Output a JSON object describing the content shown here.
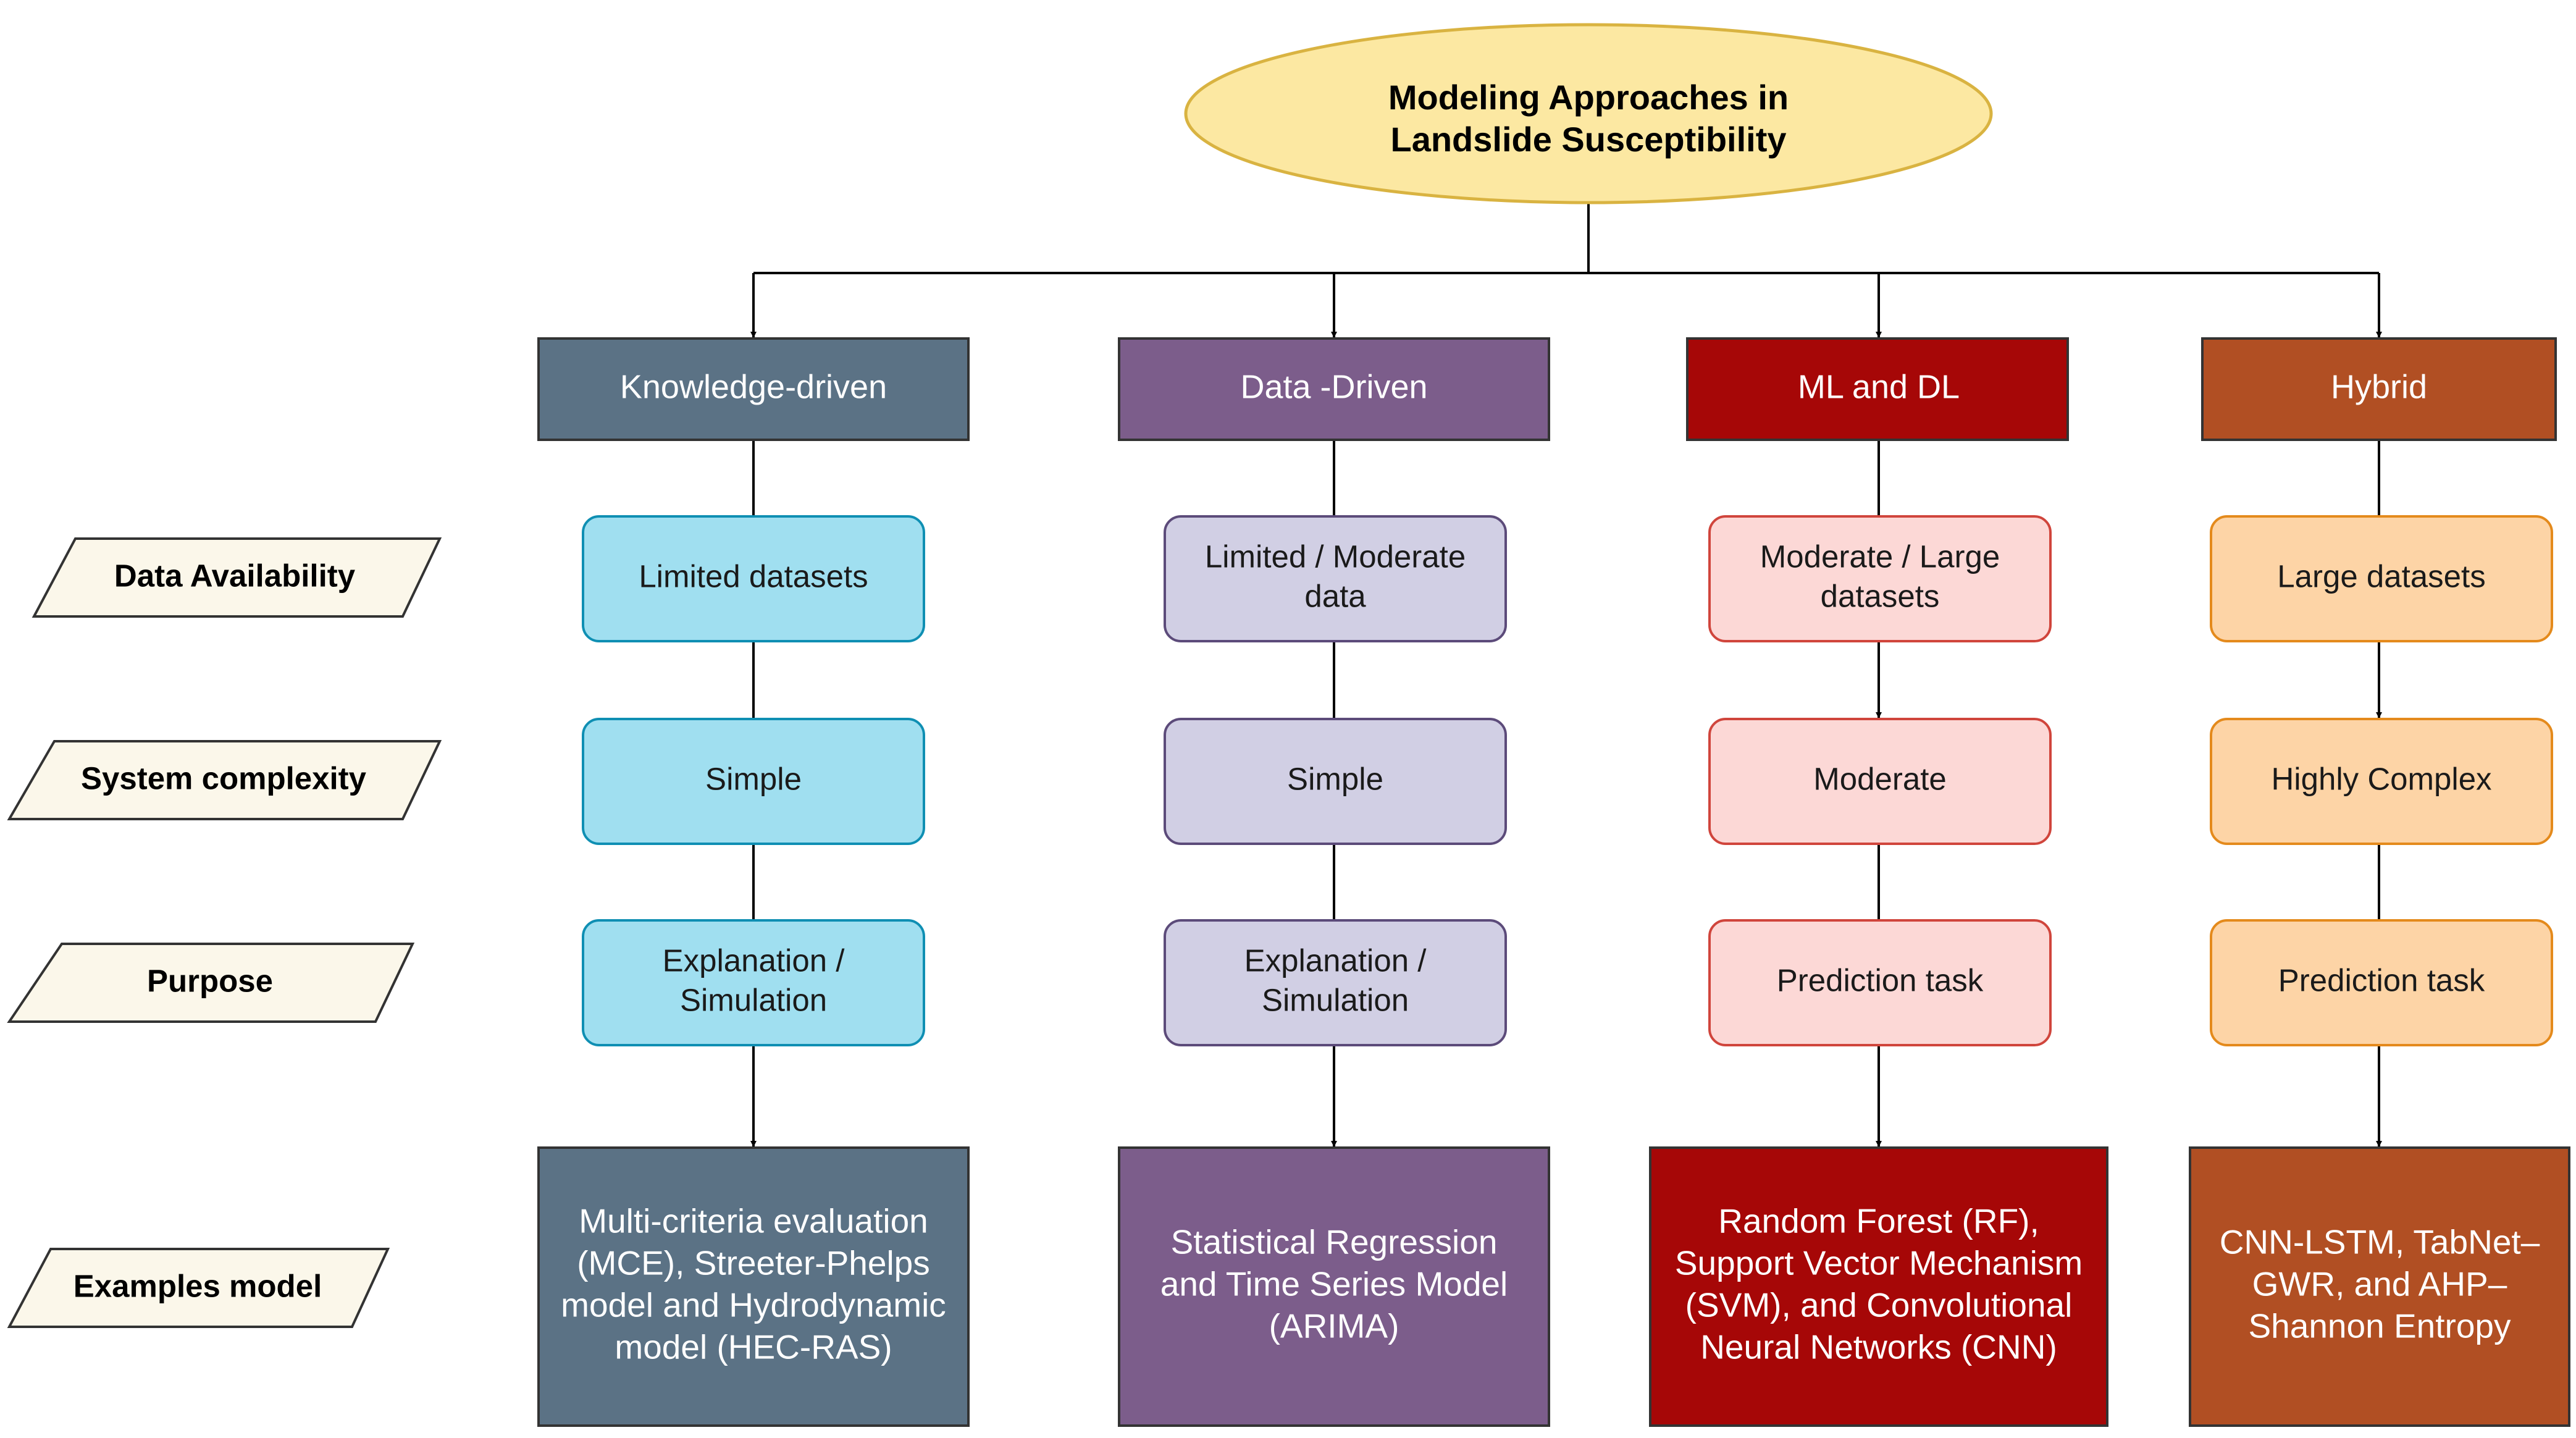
{
  "title": {
    "line1": "Modeling Approaches in",
    "line2": "Landslide Susceptibility"
  },
  "row_labels": {
    "data_availability": "Data Availability",
    "system_complexity": "System complexity",
    "purpose": "Purpose",
    "examples": "Examples model"
  },
  "columns": [
    {
      "id": "knowledge",
      "header": "Knowledge-driven",
      "data_availability": [
        "Limited datasets"
      ],
      "complexity": [
        "Simple"
      ],
      "purpose": [
        "Explanation /",
        "Simulation"
      ],
      "examples": [
        "Multi-criteria evaluation",
        "(MCE), Streeter-Phelps",
        "model and Hydrodynamic",
        "model (HEC-RAS)"
      ],
      "header_color": "#5b7285",
      "node_fill": "#a0dff0",
      "node_stroke": "#0f8fb3"
    },
    {
      "id": "data",
      "header": "Data -Driven",
      "data_availability": [
        "Limited / Moderate",
        "data"
      ],
      "complexity": [
        "Simple"
      ],
      "purpose": [
        "Explanation /",
        "Simulation"
      ],
      "examples": [
        "Statistical Regression",
        "and Time Series Model",
        "(ARIMA)"
      ],
      "header_color": "#7c5d8b",
      "node_fill": "#d1cfe4",
      "node_stroke": "#5c4b7a"
    },
    {
      "id": "mldl",
      "header": "ML and DL",
      "data_availability": [
        "Moderate / Large",
        "datasets"
      ],
      "complexity": [
        "Moderate"
      ],
      "purpose": [
        "Prediction task"
      ],
      "examples": [
        "Random Forest (RF),",
        "Support Vector Mechanism",
        "(SVM), and Convolutional",
        "Neural Networks (CNN)"
      ],
      "header_color": "#a60707",
      "node_fill": "#fcd8d6",
      "node_stroke": "#d0453c"
    },
    {
      "id": "hybrid",
      "header": "Hybrid",
      "data_availability": [
        "Large datasets"
      ],
      "complexity": [
        "Highly Complex"
      ],
      "purpose": [
        "Prediction task"
      ],
      "examples": [
        "CNN-LSTM, TabNet–",
        "GWR, and AHP–",
        "Shannon Entropy"
      ],
      "header_color": "#b14f23",
      "node_fill": "#fdd4a6",
      "node_stroke": "#e48a1c"
    }
  ],
  "colors": {
    "title_fill": "#fce8a2",
    "title_stroke": "#d9b341",
    "label_fill": "#fbf7ea",
    "connector": "#000000"
  }
}
